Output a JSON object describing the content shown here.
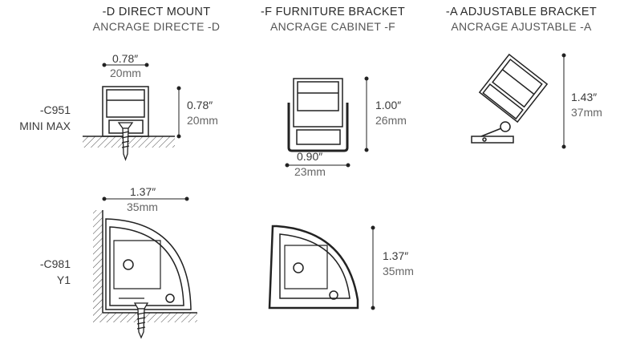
{
  "columns": [
    {
      "title": "-D DIRECT MOUNT",
      "subtitle": "ANCRAGE DIRECTE -D"
    },
    {
      "title": "-F FURNITURE BRACKET",
      "subtitle": "ANCRAGE CABINET -F"
    },
    {
      "title": "-A ADJUSTABLE BRACKET",
      "subtitle": "ANCRAGE AJUSTABLE -A"
    }
  ],
  "rows": [
    {
      "code": "-C951",
      "name": "MINI MAX"
    },
    {
      "code": "-C981",
      "name": "Y1"
    }
  ],
  "dims": {
    "c951_d_width": {
      "in": "0.78″",
      "mm": "20mm"
    },
    "c951_d_height": {
      "in": "0.78″",
      "mm": "20mm"
    },
    "c951_f_height": {
      "in": "1.00″",
      "mm": "26mm"
    },
    "c951_f_width": {
      "in": "0.90″",
      "mm": "23mm"
    },
    "c951_a_height": {
      "in": "1.43″",
      "mm": "37mm"
    },
    "c981_d_width": {
      "in": "1.37″",
      "mm": "35mm"
    },
    "c981_f_height": {
      "in": "1.37″",
      "mm": "35mm"
    }
  }
}
